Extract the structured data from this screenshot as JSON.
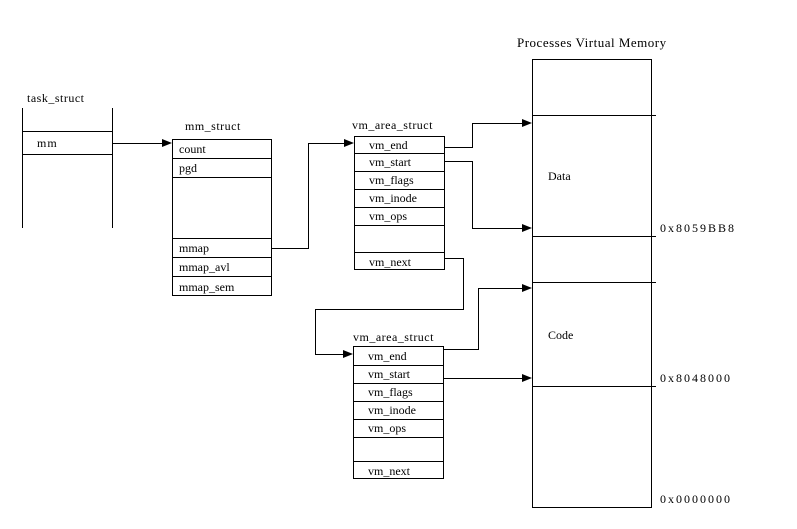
{
  "diagram": {
    "memory_title": "Processes Virtual Memory",
    "task_struct": {
      "title": "task_struct",
      "field": "mm"
    },
    "mm_struct": {
      "title": "mm_struct",
      "rows": [
        "count",
        "pgd",
        "",
        "mmap",
        "mmap_avl",
        "mmap_sem"
      ]
    },
    "vm_area_struct_1": {
      "title": "vm_area_struct",
      "rows": [
        "vm_end",
        "vm_start",
        "vm_flags",
        "vm_inode",
        "vm_ops",
        "",
        "vm_next"
      ]
    },
    "vm_area_struct_2": {
      "title": "vm_area_struct",
      "rows": [
        "vm_end",
        "vm_start",
        "vm_flags",
        "vm_inode",
        "vm_ops",
        "",
        "vm_next"
      ]
    },
    "memory_regions": [
      "Data",
      "Code"
    ],
    "addresses": [
      "0x8059BB8",
      "0x8048000",
      "0x0000000"
    ],
    "colors": {
      "line": "#000000",
      "background": "#ffffff"
    }
  }
}
